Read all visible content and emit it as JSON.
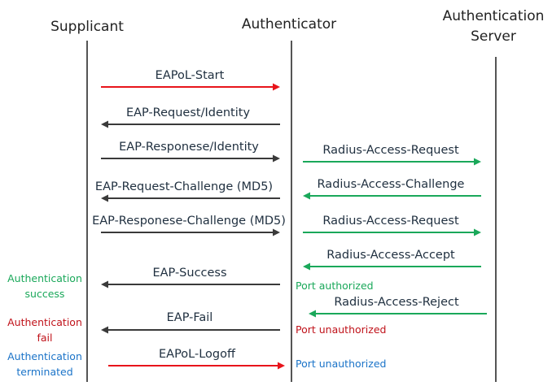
{
  "participants": {
    "supplicant": "Supplicant",
    "authenticator": "Authenticator",
    "server_line1": "Authentication",
    "server_line2": "Server"
  },
  "messages": [
    {
      "id": "eapol-start",
      "label": "EAPoL-Start",
      "from": "supplicant",
      "to": "authenticator",
      "color": "#e8141b"
    },
    {
      "id": "eap-request-identity",
      "label": "EAP-Request/Identity",
      "from": "authenticator",
      "to": "supplicant",
      "color": "#3a3a3a"
    },
    {
      "id": "eap-response-identity",
      "label": "EAP-Responese/Identity",
      "from": "supplicant",
      "to": "authenticator",
      "color": "#3a3a3a"
    },
    {
      "id": "radius-access-request-1",
      "label": "Radius-Access-Request",
      "from": "authenticator",
      "to": "server",
      "color": "#1aa85a"
    },
    {
      "id": "radius-access-challenge",
      "label": "Radius-Access-Challenge",
      "from": "server",
      "to": "authenticator",
      "color": "#1aa85a"
    },
    {
      "id": "eap-request-challenge",
      "label": "EAP-Request-Challenge (MD5)",
      "from": "authenticator",
      "to": "supplicant",
      "color": "#3a3a3a"
    },
    {
      "id": "eap-response-challenge",
      "label": "EAP-Responese-Challenge (MD5)",
      "from": "supplicant",
      "to": "authenticator",
      "color": "#3a3a3a"
    },
    {
      "id": "radius-access-request-2",
      "label": "Radius-Access-Request",
      "from": "authenticator",
      "to": "server",
      "color": "#1aa85a"
    },
    {
      "id": "radius-access-accept",
      "label": "Radius-Access-Accept",
      "from": "server",
      "to": "authenticator",
      "color": "#1aa85a"
    },
    {
      "id": "eap-success",
      "label": "EAP-Success",
      "from": "authenticator",
      "to": "supplicant",
      "color": "#3a3a3a"
    },
    {
      "id": "radius-access-reject",
      "label": "Radius-Access-Reject",
      "from": "server",
      "to": "authenticator",
      "color": "#1aa85a"
    },
    {
      "id": "eap-fail",
      "label": "EAP-Fail",
      "from": "authenticator",
      "to": "supplicant",
      "color": "#3a3a3a"
    },
    {
      "id": "eapol-logoff",
      "label": "EAPoL-Logoff",
      "from": "supplicant",
      "to": "authenticator",
      "color": "#e8141b"
    }
  ],
  "port_notes": {
    "authorized": {
      "text": "Port authorized",
      "color": "#1aa85a"
    },
    "unauthorized_fail": {
      "text": "Port unauthorized",
      "color": "#c0121a"
    },
    "unauthorized_logoff": {
      "text": "Port unauthorized",
      "color": "#1a73c8"
    }
  },
  "side_notes": {
    "success": {
      "line1": "Authentication",
      "line2": "success",
      "color": "#1aa85a"
    },
    "fail": {
      "line1": "Authentication",
      "line2": "fail",
      "color": "#c0121a"
    },
    "terminated": {
      "line1": "Authentication",
      "line2": "terminated",
      "color": "#1a73c8"
    }
  },
  "colors": {
    "lifeline": "#555555"
  }
}
